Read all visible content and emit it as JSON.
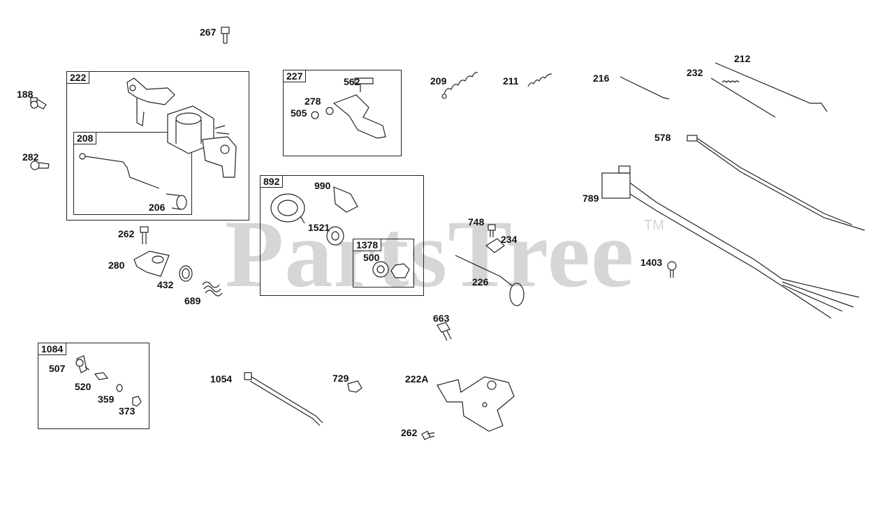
{
  "watermark": {
    "text": "PartsTree",
    "tm": "TM"
  },
  "groups": [
    {
      "id": "222",
      "label": "222"
    },
    {
      "id": "208",
      "label": "208"
    },
    {
      "id": "227",
      "label": "227"
    },
    {
      "id": "892",
      "label": "892"
    },
    {
      "id": "1378",
      "label": "1378"
    },
    {
      "id": "1084",
      "label": "1084"
    }
  ],
  "parts": {
    "p267": "267",
    "p188": "188",
    "p282": "282",
    "p206": "206",
    "p262a": "262",
    "p280": "280",
    "p432": "432",
    "p689": "689",
    "p562": "562",
    "p278": "278",
    "p505": "505",
    "p990": "990",
    "p1521": "1521",
    "p500": "500",
    "p209": "209",
    "p211": "211",
    "p216": "216",
    "p232": "232",
    "p212": "212",
    "p578": "578",
    "p789": "789",
    "p748": "748",
    "p234": "234",
    "p226": "226",
    "p1403": "1403",
    "p663": "663",
    "p507": "507",
    "p520": "520",
    "p359": "359",
    "p373": "373",
    "p1054": "1054",
    "p729": "729",
    "p222A": "222A",
    "p262b": "262"
  }
}
